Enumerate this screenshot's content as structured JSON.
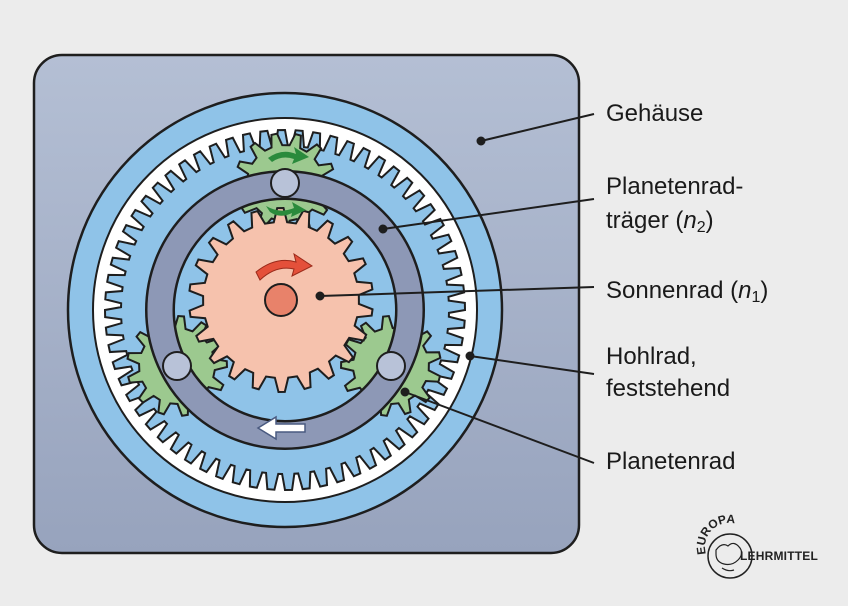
{
  "labels": {
    "housing": "Gehäuse",
    "carrier_line1": "Planetenrad-",
    "carrier_line2_word": "träger (",
    "carrier_var": "n",
    "carrier_sub": "2",
    "carrier_close": ")",
    "sun_word": "Sonnenrad (",
    "sun_var": "n",
    "sun_sub": "1",
    "sun_close": ")",
    "ring_line1": "Hohlrad,",
    "ring_line2": "feststehend",
    "planet": "Planetenrad"
  },
  "logo": {
    "top_text": "EUROPA",
    "side_text": "LEHRMITTEL"
  },
  "colors": {
    "background": "#ececec",
    "housing": "#a7b2c9",
    "ring_band": "#8fc3e8",
    "ring_gear": "#ffffff",
    "carrier": "#8d98b6",
    "sun_gear": "#f6c2ad",
    "sun_hub": "#e8826a",
    "planet_gear": "#9cc98f",
    "arrow_red": "#e4503a",
    "arrow_green": "#2a8a3c"
  }
}
